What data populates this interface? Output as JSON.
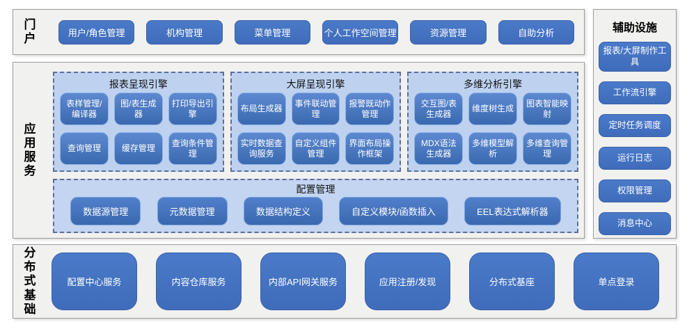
{
  "palette": {
    "button_blue": "#4472C4",
    "button_blue_dark": "#3a62a8",
    "inner_button_top": "#5d89d1",
    "inner_button_bottom": "#3a69b0",
    "engine_box_fill": "#bed2f0",
    "engine_box_border": "#5d6d94",
    "panel_fill": "#f1f1f0",
    "panel_border": "#9b9b9b",
    "text_on_blue": "#ffffff",
    "text_dark": "#000000"
  },
  "portal": {
    "label": "门户",
    "items": [
      "用户/角色管理",
      "机构管理",
      "菜单管理",
      "个人工作空间管理",
      "资源管理",
      "自助分析"
    ]
  },
  "app_services": {
    "label": "应用服务",
    "engines": [
      {
        "title": "报表呈现引擎",
        "items": [
          "表样管理/编译器",
          "图/表生成器",
          "打印导出引擎",
          "查询管理",
          "缓存管理",
          "查询条件管理"
        ]
      },
      {
        "title": "大屏呈现引擎",
        "items": [
          "布局生成器",
          "事件联动管理",
          "报警既动作管理",
          "实时数据查询服务",
          "自定义组件管理",
          "界面布局操作框架"
        ]
      },
      {
        "title": "多维分析引擎",
        "items": [
          "交互图/表生成器",
          "维度树生成",
          "图表智能映射",
          "MDX语法生成器",
          "多维模型解析",
          "多维查询管理"
        ]
      }
    ],
    "config": {
      "title": "配置管理",
      "items": [
        "数据源管理",
        "元数据管理",
        "数据结构定义",
        "自定义模块/函数插入",
        "EEL表达式解析器"
      ]
    }
  },
  "auxiliary": {
    "title": "辅助设施",
    "items": [
      "报表/大屏制作工具",
      "工作流引擎",
      "定时任务调度",
      "运行日志",
      "权限管理",
      "消息中心"
    ]
  },
  "foundation": {
    "label": "分布式基础",
    "items": [
      "配置中心服务",
      "内容仓库服务",
      "内部API网关服务",
      "应用注册/发现",
      "分布式基座",
      "单点登录"
    ]
  }
}
